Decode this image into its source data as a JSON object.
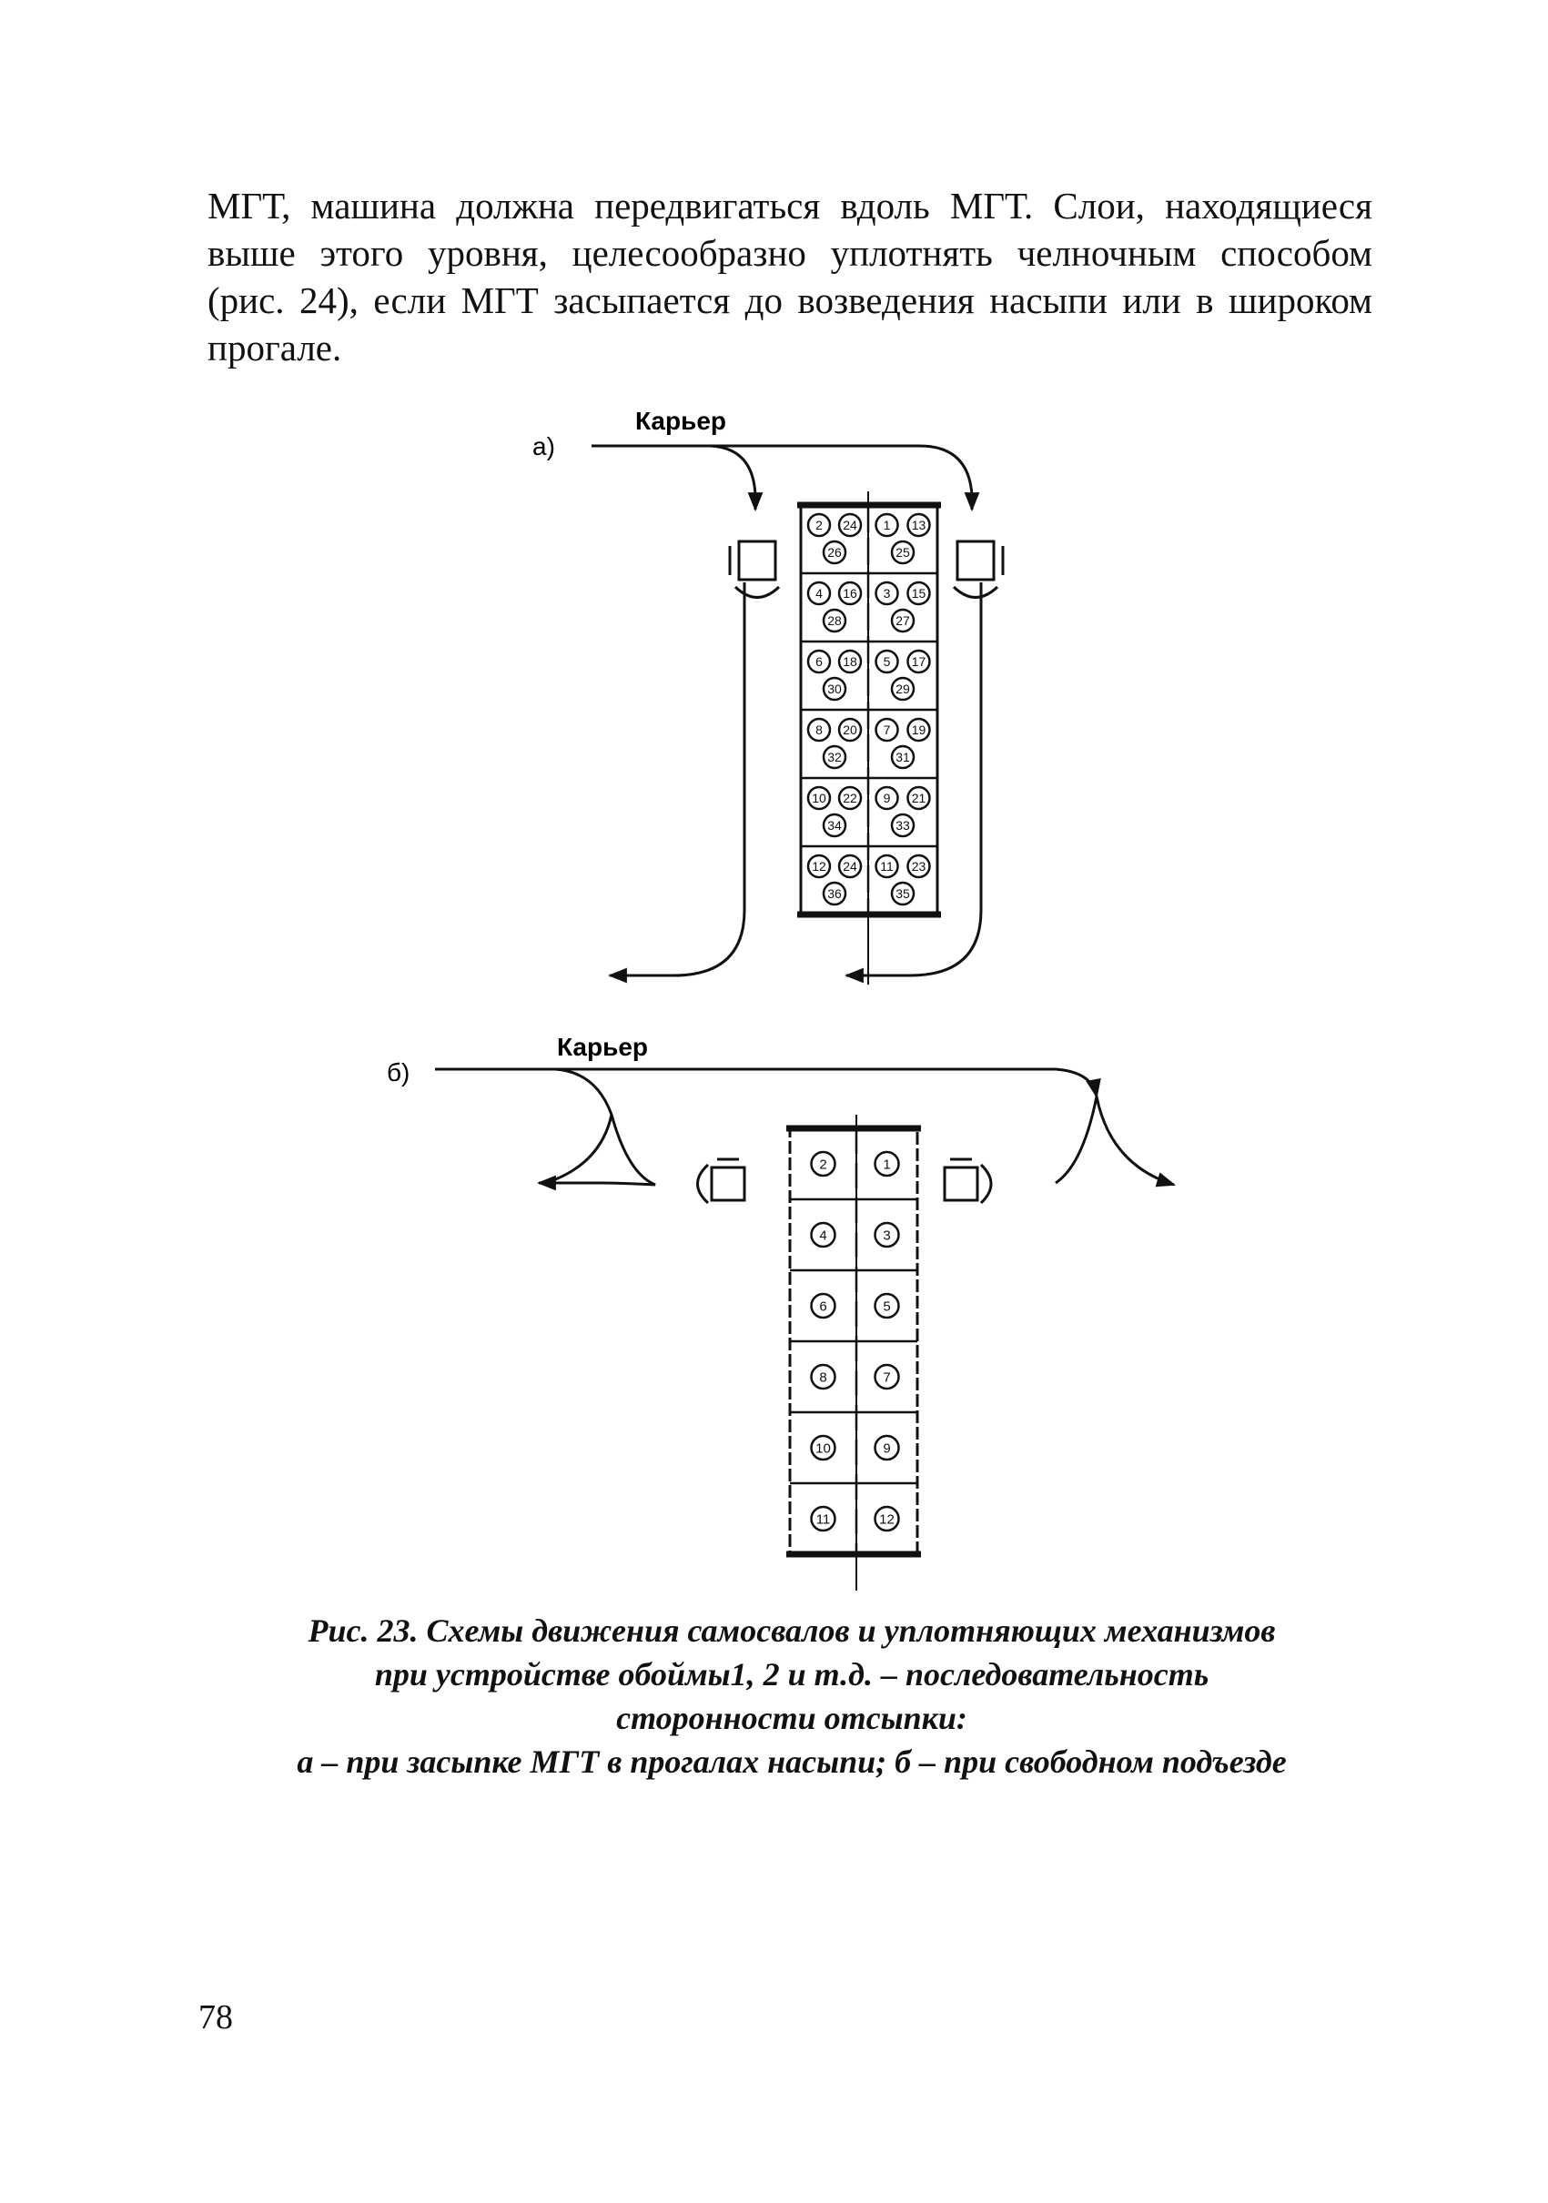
{
  "paragraph": {
    "lines": [
      "МГТ, машина должна передвигаться вдоль МГТ. Слои, находящиеся",
      "выше этого уровня, целесообразно уплотнять челночным способом",
      "(рис. 24), если МГТ засыпается до возведения насыпи или в широком",
      "прогале."
    ]
  },
  "figure": {
    "panel_a": {
      "label": "а)",
      "source_label": "Карьер",
      "cells": [
        {
          "left": [
            "2",
            "24",
            "26"
          ],
          "right": [
            "1",
            "13",
            "25"
          ]
        },
        {
          "left": [
            "4",
            "16",
            "28"
          ],
          "right": [
            "3",
            "15",
            "27"
          ]
        },
        {
          "left": [
            "6",
            "18",
            "30"
          ],
          "right": [
            "5",
            "17",
            "29"
          ]
        },
        {
          "left": [
            "8",
            "20",
            "32"
          ],
          "right": [
            "7",
            "19",
            "31"
          ]
        },
        {
          "left": [
            "10",
            "22",
            "34"
          ],
          "right": [
            "9",
            "21",
            "33"
          ]
        },
        {
          "left": [
            "12",
            "24",
            "36"
          ],
          "right": [
            "11",
            "23",
            "35"
          ]
        }
      ]
    },
    "panel_b": {
      "label": "б)",
      "source_label": "Карьер",
      "cells": [
        {
          "left": "2",
          "right": "1"
        },
        {
          "left": "4",
          "right": "3"
        },
        {
          "left": "6",
          "right": "5"
        },
        {
          "left": "8",
          "right": "7"
        },
        {
          "left": "10",
          "right": "9"
        },
        {
          "left": "11",
          "right": "12"
        }
      ]
    }
  },
  "caption": {
    "lines": [
      "Рис. 23. Схемы движения самосвалов и уплотняющих механизмов",
      "при устройстве обоймы1, 2 и т.д. – последовательность",
      "сторонности отсыпки:",
      "а – при засыпке МГТ в прогалах насыпи; б – при свободном подъезде"
    ]
  },
  "page_number": "78"
}
